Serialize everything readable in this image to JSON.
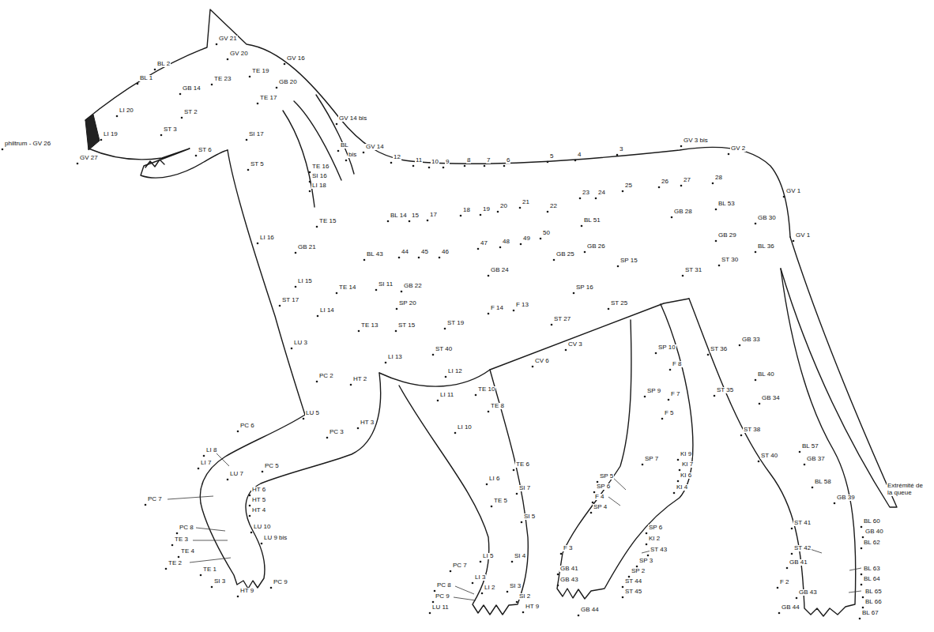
{
  "diagram": {
    "labels": [
      "GV 21",
      "GV 20",
      "GV 16",
      "BL 2",
      "BL 1",
      "TE 23",
      "TE 19",
      "GB 14",
      "TE 17",
      "GB 20",
      "LI 20",
      "ST 2",
      "LI 19",
      "ST 3",
      "ST 6",
      "SI 17",
      "philtrum - GV 26",
      "GV 27",
      "ST 5",
      "GV 14 bis",
      "BL",
      "bis",
      "TE 16",
      "SI 16",
      "LI 18",
      "GV 14",
      "12",
      "11",
      "10",
      "9",
      "8",
      "7",
      "6",
      "5",
      "4",
      "3",
      "GV 3 bis",
      "GV 2",
      "GV 1",
      "GV 1",
      "BL 14",
      "15",
      "17",
      "18",
      "19",
      "20",
      "21",
      "22",
      "23",
      "24",
      "25",
      "26",
      "27",
      "28",
      "TE 15",
      "LI 16",
      "GB 21",
      "BL 43",
      "44",
      "45",
      "46",
      "47",
      "48",
      "49",
      "50",
      "BL 51",
      "GB 25",
      "GB 26",
      "GB 28",
      "BL 53",
      "GB 30",
      "GB 29",
      "BL 36",
      "ST 30",
      "ST 31",
      "SP 15",
      "GB 24",
      "SP 16",
      "LI 15",
      "TE 14",
      "SI 11",
      "GB 22",
      "SP 20",
      "ST 17",
      "LI 14",
      "F 14",
      "F 13",
      "ST 25",
      "ST 27",
      "TE 13",
      "ST 15",
      "ST 19",
      "ST 40",
      "LI 13",
      "CV 3",
      "CV 6",
      "LU 3",
      "PC 2",
      "HT 2",
      "LU 5",
      "PC 3",
      "HT 3",
      "LI 12",
      "LI 11",
      "TE 10",
      "TE 8",
      "LI 10",
      "TE 6",
      "LI 6",
      "SI 7",
      "TE 5",
      "SI 5",
      "LI 5",
      "SI 4",
      "PC 7",
      "PC 8",
      "PC 9",
      "LU 11",
      "LI 3",
      "LI 2",
      "SI 3",
      "SI 2",
      "HT 9",
      "PC 6",
      "LI 8",
      "LI 7",
      "LU 7",
      "PC 5",
      "HT 6",
      "HT 5",
      "HT 4",
      "PC 7",
      "LU 10",
      "LU 9 bis",
      "PC 8",
      "TE 3",
      "TE 4",
      "TE 2",
      "TE 1",
      "SI 3",
      "HT 9",
      "PC 9",
      "SP 10",
      "F 8",
      "SP 9",
      "F 7",
      "F 5",
      "SP 7",
      "KI 9",
      "KI 7",
      "KI 6",
      "KI 4",
      "SP 5",
      "SP 6",
      "F 4",
      "SP 4",
      "F 3",
      "SP 6",
      "KI 2",
      "ST 43",
      "SP 3",
      "SP 2",
      "ST 44",
      "ST 45",
      "GB 41",
      "GB 43",
      "GB 44",
      "ST 36",
      "GB 33",
      "BL 40",
      "ST 35",
      "GB 34",
      "ST 38",
      "ST 40",
      "BL 57",
      "GB 37",
      "BL 58",
      "GB 39",
      "BL 60",
      "GB 40",
      "BL 62",
      "ST 41",
      "ST 42",
      "GB 41",
      "F 2",
      "BL 63",
      "BL 64",
      "BL 65",
      "BL 66",
      "BL 67",
      "GB 43",
      "GB 44",
      "Extrémité de la queue"
    ]
  }
}
